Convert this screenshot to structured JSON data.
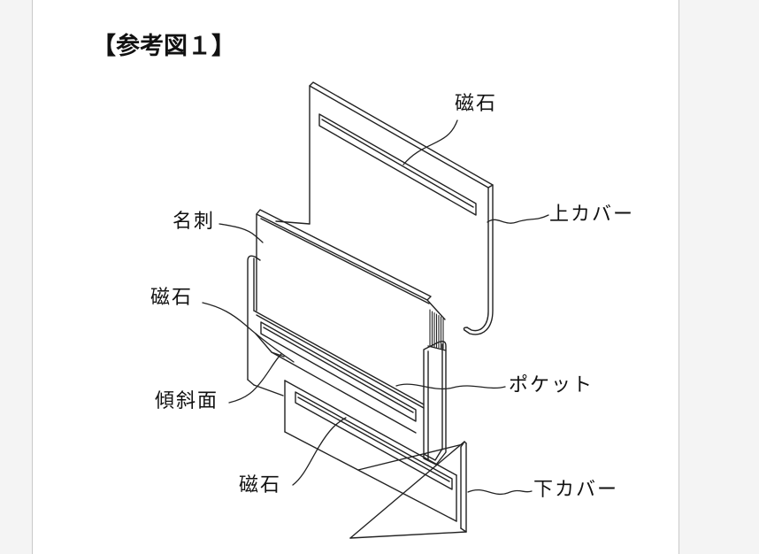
{
  "page": {
    "background_color": "#f4f4f4",
    "paper_color": "#ffffff",
    "line_color": "#222222",
    "text_color": "#111111"
  },
  "figure": {
    "title": "【参考図１】",
    "labels": [
      {
        "id": "magnet-top",
        "text": "磁石",
        "points_to": "magnet slot on upper cover"
      },
      {
        "id": "upper-cover",
        "text": "上カバー",
        "points_to": "upper cover plate"
      },
      {
        "id": "card",
        "text": "名刺",
        "points_to": "business card stack"
      },
      {
        "id": "magnet-left",
        "text": "磁石",
        "points_to": "magnet slot on pocket front wall"
      },
      {
        "id": "incline",
        "text": "傾斜面",
        "points_to": "inclined surface inside pocket"
      },
      {
        "id": "magnet-bottom",
        "text": "磁石",
        "points_to": "magnet slot on lower band"
      },
      {
        "id": "pocket",
        "text": "ポケット",
        "points_to": "card pocket"
      },
      {
        "id": "lower-cover",
        "text": "下カバー",
        "points_to": "lower cover plate"
      }
    ]
  }
}
